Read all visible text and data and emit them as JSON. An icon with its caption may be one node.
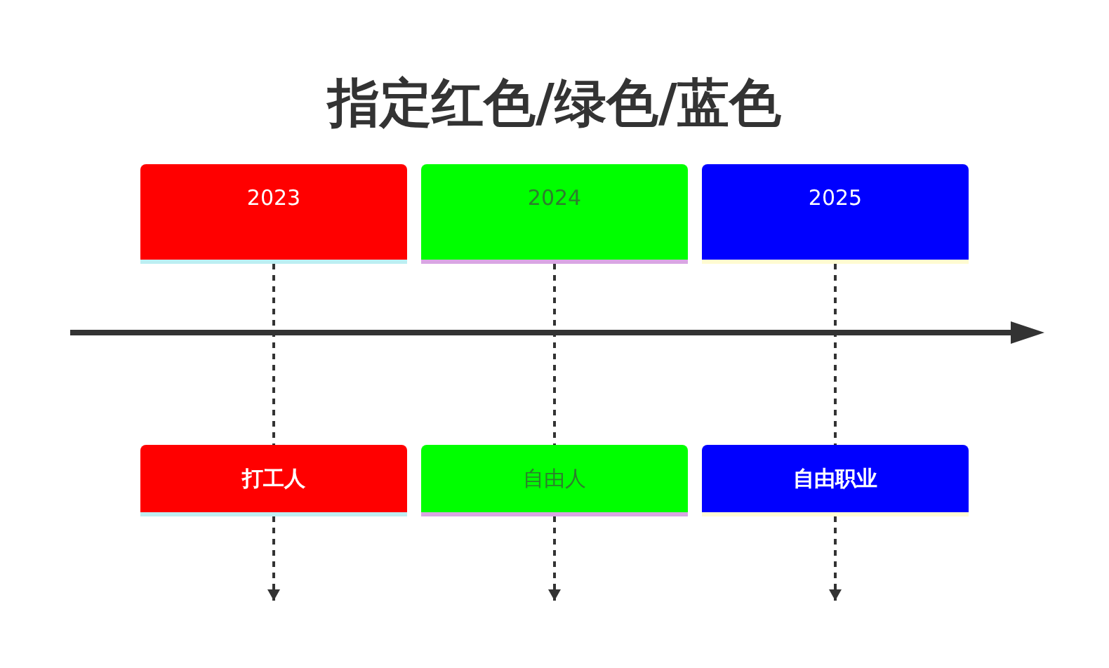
{
  "diagram": {
    "title": "指定红色/绿色/蓝色",
    "nodes": [
      {
        "text": [
          "2023"
        ]
      },
      {
        "text": [
          "2024"
        ]
      },
      {
        "text": [
          "2025"
        ]
      },
      {
        "text": [
          "打工人"
        ]
      },
      {
        "text": [
          "自由人"
        ]
      },
      {
        "text": [
          "自由职业"
        ]
      }
    ],
    "edges": [
      {
        "from": 0,
        "to": 3,
        "arrow": "none",
        "style": "dashed"
      },
      {
        "from": 1,
        "to": 4,
        "arrow": "none",
        "style": "dashed"
      },
      {
        "from": 2,
        "to": 5,
        "arrow": "none",
        "style": "dashed"
      },
      {
        "from": 3,
        "to": null,
        "arrow": "to",
        "style": "dashed"
      },
      {
        "from": 4,
        "to": null,
        "arrow": "to",
        "style": "dashed"
      },
      {
        "from": 5,
        "to": null,
        "arrow": "to",
        "style": "dashed"
      }
    ]
  }
}
